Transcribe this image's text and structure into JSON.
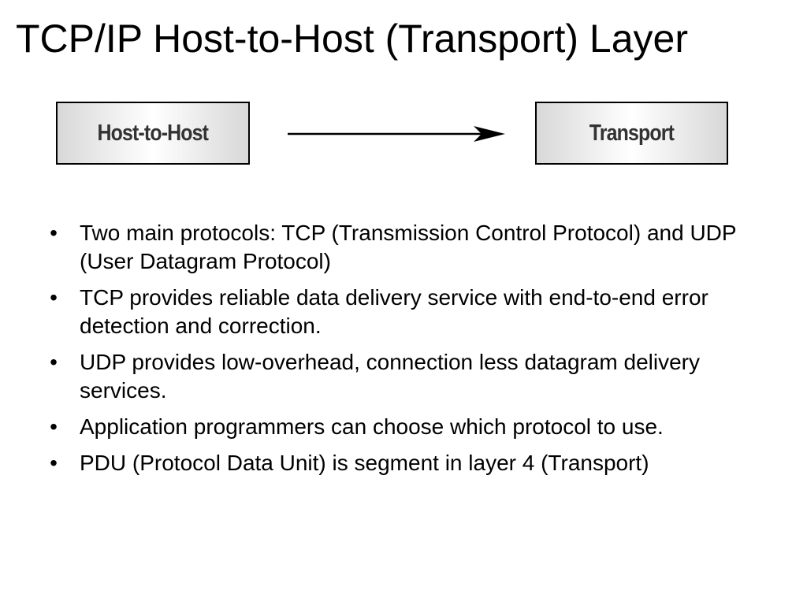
{
  "title": "TCP/IP Host-to-Host (Transport) Layer",
  "diagram": {
    "left_label": "Host-to-Host",
    "right_label": "Transport"
  },
  "bullets": [
    "Two main protocols: TCP (Transmission Control Protocol) and UDP (User Datagram Protocol)",
    "TCP provides reliable data delivery service with end-to-end error detection and correction.",
    "UDP provides low-overhead, connection less datagram delivery services.",
    "Application programmers can choose which protocol to use.",
    "PDU (Protocol Data Unit) is segment in layer 4 (Transport)"
  ],
  "bullet_symbol": "•",
  "icons": {
    "arrow": "right-arrow-icon"
  }
}
